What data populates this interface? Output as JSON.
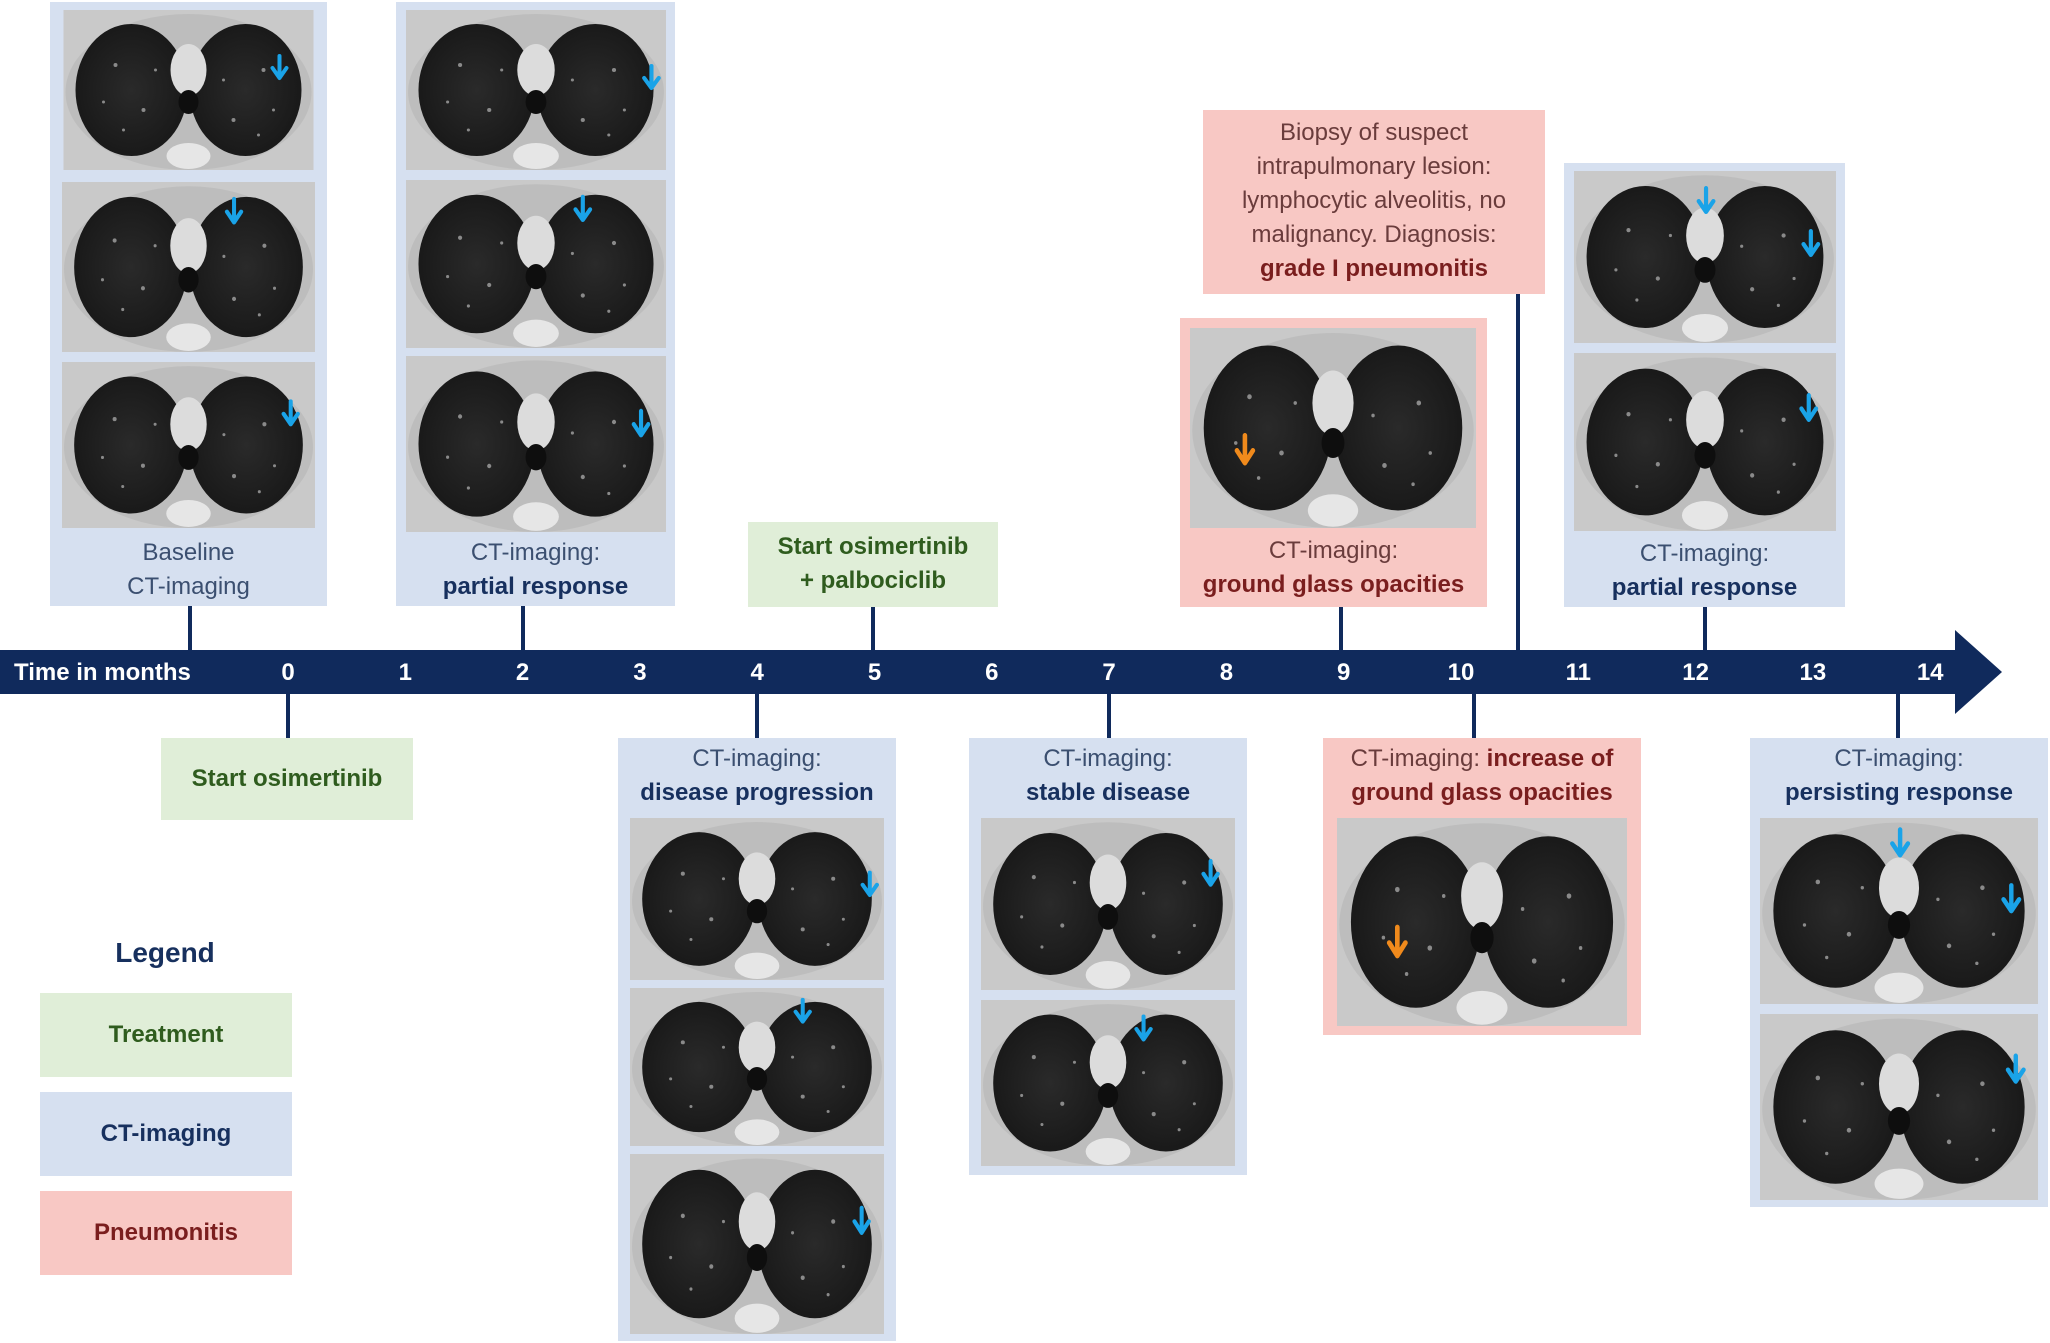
{
  "timeline": {
    "axis_label": "Time in months",
    "ticks": [
      "0",
      "1",
      "2",
      "3",
      "4",
      "5",
      "6",
      "7",
      "8",
      "9",
      "10",
      "11",
      "12",
      "13",
      "14"
    ]
  },
  "events": {
    "baseline": {
      "line1": "Baseline",
      "line2": "CT-imaging"
    },
    "month2": {
      "line1": "CT-imaging:",
      "line2": "partial response"
    },
    "start_osimertinib": {
      "text": "Start osimertinib"
    },
    "month4": {
      "line1": "CT-imaging:",
      "line2": "disease progression"
    },
    "start_combo": {
      "line1": "Start osimertinib",
      "line2": "+ palbociclib"
    },
    "month7": {
      "line1": "CT-imaging:",
      "line2": "stable disease"
    },
    "month9": {
      "line1": "CT-imaging:",
      "line2": "ground glass opacities"
    },
    "biopsy": {
      "line1": "Biopsy of suspect",
      "line2": "intrapulmonary lesion:",
      "line3": "lymphocytic alveolitis, no",
      "line4": "malignancy. Diagnosis:",
      "line5": "grade I pneumonitis"
    },
    "month10": {
      "line1a": "CT-imaging: ",
      "line1b": "increase of",
      "line2": "ground glass opacities"
    },
    "month12": {
      "line1": "CT-imaging:",
      "line2": "partial response"
    },
    "month13_5": {
      "line1": "CT-imaging:",
      "line2": "persisting response"
    }
  },
  "legend": {
    "title": "Legend",
    "treatment": "Treatment",
    "ct_imaging": "CT-imaging",
    "pneumonitis": "Pneumonitis"
  },
  "colors": {
    "axis": "#102a5c",
    "ct_box": "#d6e0f0",
    "treatment_box": "#e0eed8",
    "pneumonitis_box": "#f8c8c4",
    "arrow_blue": "#1aa3e8",
    "arrow_orange": "#f08a1c"
  },
  "icons": {
    "lesion_marker": "blue-arrow-icon",
    "opacity_marker": "orange-arrow-icon"
  }
}
